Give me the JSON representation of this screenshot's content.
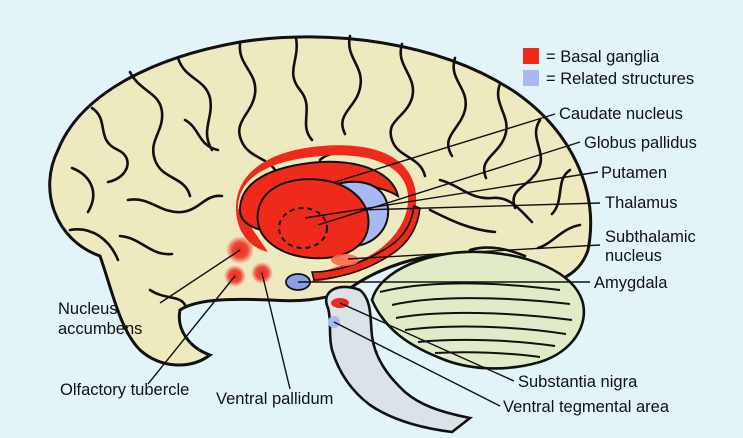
{
  "legend": {
    "basal_ganglia": {
      "text": "= Basal ganglia",
      "color": "#ee2a1b"
    },
    "related_structures": {
      "text": "= Related structures",
      "color": "#a8b8f0"
    }
  },
  "labels": {
    "caudate_nucleus": "Caudate nucleus",
    "globus_pallidus": "Globus pallidus",
    "putamen": "Putamen",
    "thalamus": "Thalamus",
    "subthalamic_line1": "Subthalamic",
    "subthalamic_line2": "nucleus",
    "amygdala": "Amygdala",
    "substantia_nigra": "Substantia nigra",
    "ventral_tegmental_area": "Ventral tegmental area",
    "nucleus_accumbens_line1": "Nucleus",
    "nucleus_accumbens_line2": "accumbens",
    "olfactory_tubercle": "Olfactory tubercle",
    "ventral_pallidum": "Ventral pallidum"
  },
  "colors": {
    "background": "#e2f4f7",
    "cortex": "#eeeac0",
    "cerebellum": "#e0ecc8",
    "brainstem": "#dce3e8",
    "outline": "#111111"
  }
}
